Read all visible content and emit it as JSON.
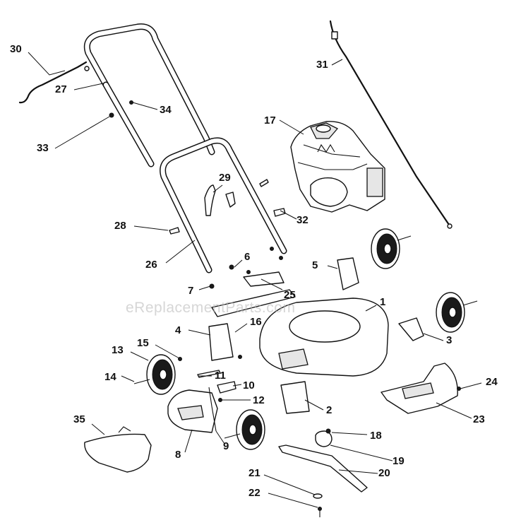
{
  "watermark": "eReplacementParts.com",
  "callouts": {
    "p1": "1",
    "p2": "2",
    "p3": "3",
    "p4": "4",
    "p5": "5",
    "p6": "6",
    "p7": "7",
    "p8": "8",
    "p9": "9",
    "p10": "10",
    "p11": "11",
    "p12": "12",
    "p13": "13",
    "p14": "14",
    "p15": "15",
    "p17": "17",
    "p18": "18",
    "p19": "19",
    "p20": "20",
    "p21": "21",
    "p22": "22",
    "p23": "23",
    "p24": "24",
    "p25": "25",
    "p26": "26",
    "p27": "27",
    "p28": "28",
    "p29": "29",
    "p30": "30",
    "p31": "31",
    "p32": "32",
    "p33": "33",
    "p34": "34",
    "p35": "35",
    "p16": "16"
  }
}
